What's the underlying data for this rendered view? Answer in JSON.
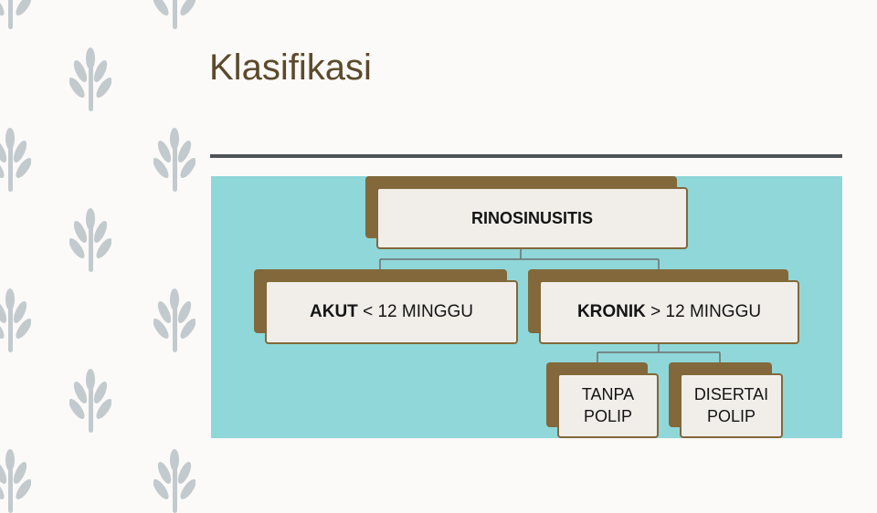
{
  "slide": {
    "title": "Klasifikasi",
    "colors": {
      "panel": "#8fd7d9",
      "node_border": "#82683a",
      "node_fill": "#f1eeea",
      "title": "#5b4a2c",
      "leaf": "#c3cacd"
    },
    "decoration_icon": "leaf-sprig-icon"
  },
  "diagram": {
    "root": {
      "label": "RINOSINUSITIS"
    },
    "acute": {
      "name": "AKUT",
      "criterion": " < 12 MINGGU"
    },
    "chronic": {
      "name": "KRONIK",
      "criterion": " > 12 MINGGU"
    },
    "chronic_children": [
      {
        "line1": "TANPA",
        "line2": "POLIP"
      },
      {
        "line1": "DISERTAI",
        "line2": "POLIP"
      }
    ]
  }
}
